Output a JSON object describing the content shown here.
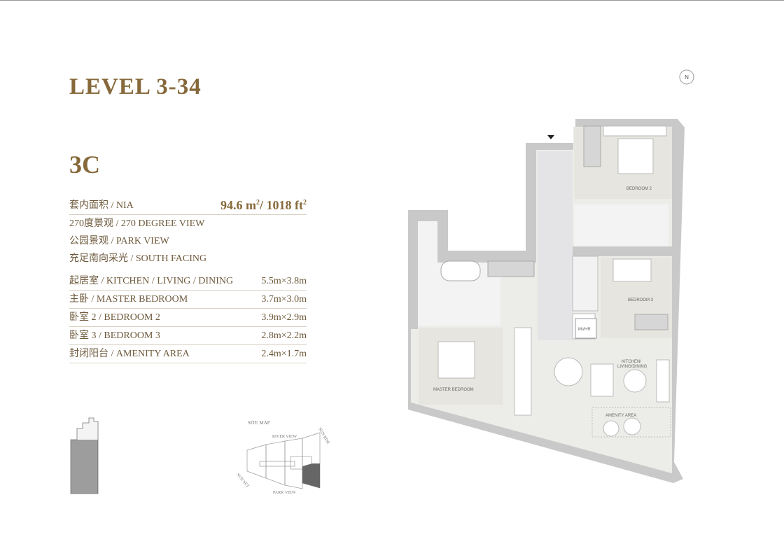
{
  "header": {
    "title": "LEVEL 3-34",
    "unit": "3C"
  },
  "specs": {
    "nia_label": "套内面积 / NIA",
    "nia_m2": "94.6 m",
    "nia_ft2": "/ 1018 ft",
    "sup": "2",
    "features": [
      "270度景观 / 270 DEGREE VIEW",
      "公园景观 / PARK VIEW",
      "充足南向采光 / SOUTH FACING"
    ],
    "rooms": [
      {
        "name": "起居室 / KITCHEN / LIVING / DINING",
        "size": "5.5m×3.8m"
      },
      {
        "name": "主卧 / MASTER BEDROOM",
        "size": "3.7m×3.0m"
      },
      {
        "name": "卧室 2 / BEDROOM 2",
        "size": "3.9m×2.9m"
      },
      {
        "name": "卧室 3 / BEDROOM 3",
        "size": "2.8m×2.2m"
      },
      {
        "name": "封闭阳台 / AMENITY AREA",
        "size": "2.4m×1.7m"
      }
    ]
  },
  "site_map": {
    "title": "SITE MAP",
    "river": "RIVER VIEW",
    "park": "PARK VIEW",
    "sunrise": "SUN RISE",
    "sunset": "SUN SET"
  },
  "plan": {
    "compass": "N",
    "bedroom2": "BEDROOM 2",
    "bedroom3": "BEDROOM 3",
    "mvhr": "MVHR",
    "kitchen1": "KITCHEN/",
    "kitchen2": "LIVING/DINING",
    "amenity": "AMENITY AREA",
    "master": "MASTER BEDROOM"
  },
  "colors": {
    "accent": "#86693a",
    "wall": "#c9c9c9",
    "floor": "#ecece9"
  }
}
